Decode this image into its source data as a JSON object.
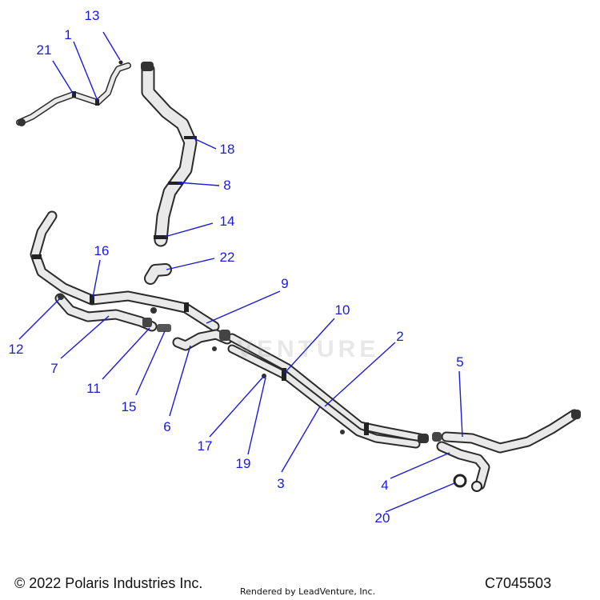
{
  "diagram": {
    "callouts": [
      "13",
      "1",
      "21",
      "18",
      "8",
      "14",
      "22",
      "16",
      "9",
      "12",
      "7",
      "11",
      "15",
      "6",
      "10",
      "2",
      "5",
      "17",
      "19",
      "3",
      "4",
      "20"
    ],
    "watermark": "VENTURE",
    "copyright": "© 2022 Polaris Industries Inc.",
    "rendered_by": "Rendered by LeadVenture, Inc.",
    "part_number": "C7045503",
    "colors": {
      "callout": "#1a1adb",
      "hose_outline": "#2b2b2b",
      "hose_fill": "#e9e9e9"
    }
  }
}
